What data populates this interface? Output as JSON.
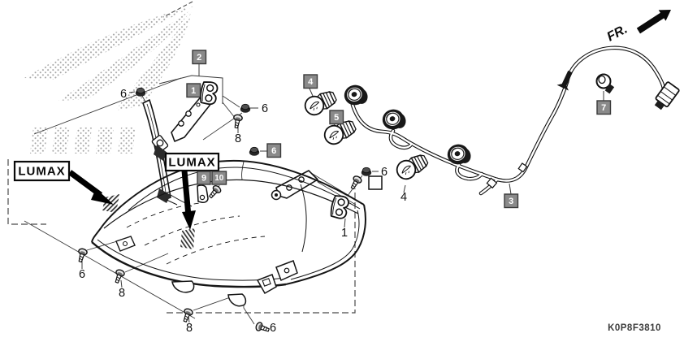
{
  "diagram": {
    "part_code": "K0P8F3810",
    "front_marker": "FR.",
    "colors": {
      "line": "#1a1a1a",
      "callout_fill": "#8a8a8a",
      "callout_border": "#3a3a3a",
      "callout_number": "#ffffff",
      "watermark_dot": "#a3a3a3"
    }
  },
  "callout_boxes": [
    {
      "num": "2"
    },
    {
      "num": "1"
    },
    {
      "num": "4"
    },
    {
      "num": "5"
    },
    {
      "num": "6"
    },
    {
      "num": "9"
    },
    {
      "num": "10"
    },
    {
      "num": "3"
    },
    {
      "num": "7"
    }
  ],
  "part_labels": [
    {
      "num": "6"
    },
    {
      "num": "6"
    },
    {
      "num": "8"
    },
    {
      "num": "6"
    },
    {
      "num": "4"
    },
    {
      "num": "1"
    },
    {
      "num": "6"
    },
    {
      "num": "8"
    },
    {
      "num": "8"
    },
    {
      "num": "6"
    }
  ],
  "lumax_tags": [
    {
      "text": "LUMAX"
    },
    {
      "text": "LUMAX"
    }
  ]
}
